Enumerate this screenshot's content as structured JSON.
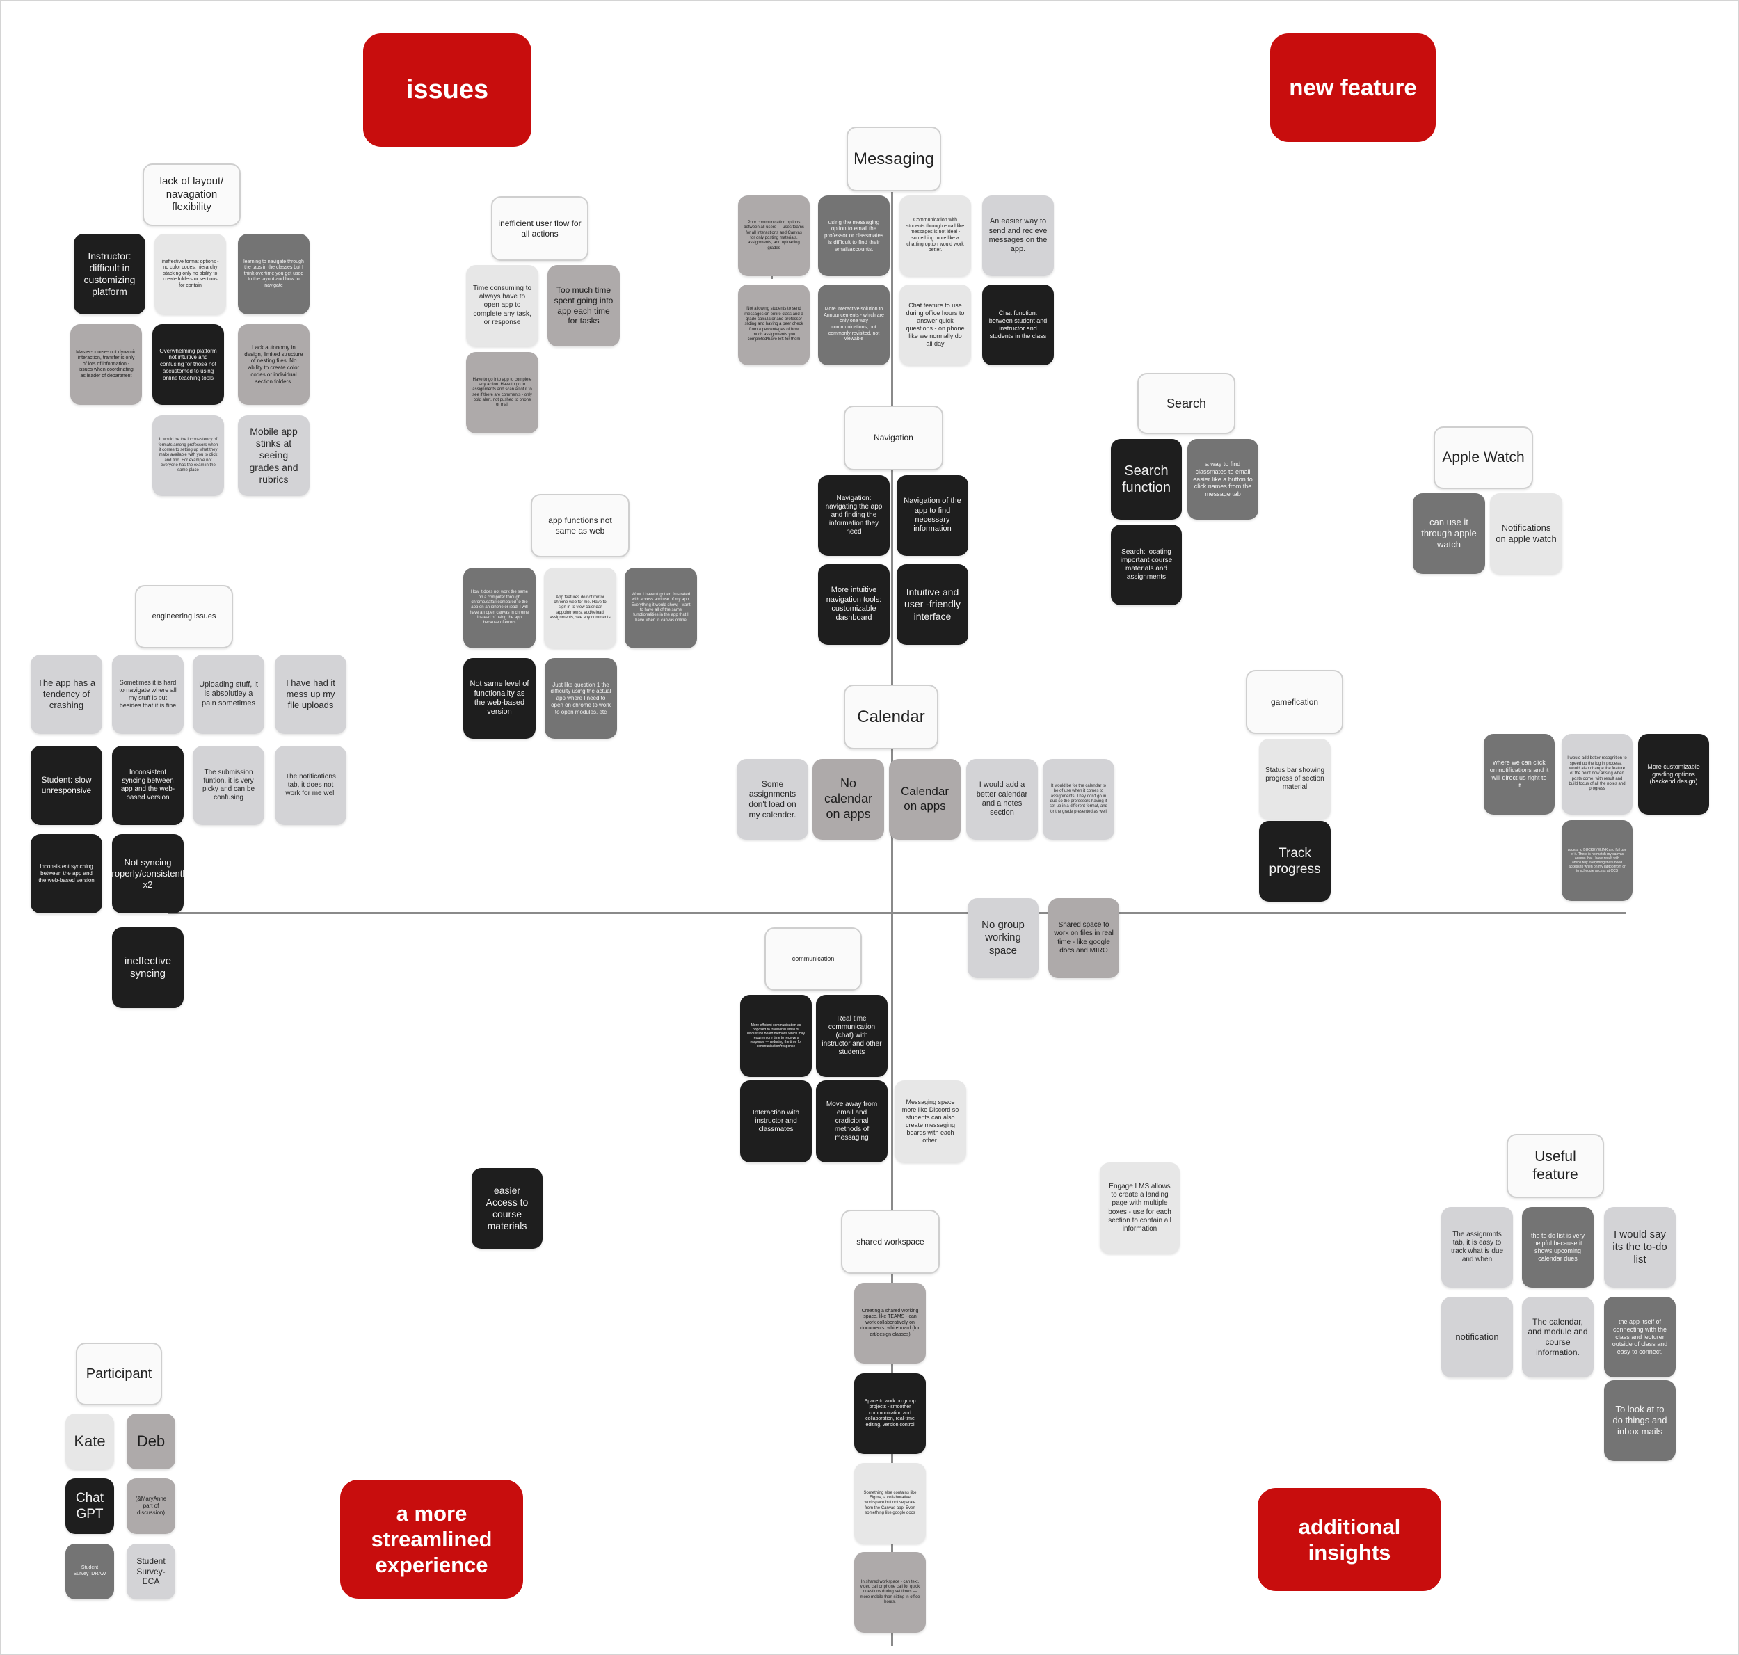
{
  "quadrants": {
    "issues": "issues",
    "new_feature": "new feature",
    "streamlined": "a more streamlined experience",
    "insights": "additional insights"
  },
  "labels": {
    "layout": "lack of layout/ navagation flexibility",
    "flow": "inefficient user flow for all actions",
    "app_functions": "app functions not same as web",
    "engineering": "engineering issues",
    "messaging": "Messaging",
    "navigation": "Navigation",
    "calendar": "Calendar",
    "communication": "communication",
    "shared": "shared workspace",
    "search": "Search",
    "apple_watch": "Apple Watch",
    "gamification": "gamefication",
    "useful": "Useful feature",
    "participant": "Participant"
  },
  "notes": {
    "l1": "Instructor: difficult in customizing platform",
    "l2": "ineffective format options - no color codes, hierarchy stacking only no ability to create folders or sections for contain",
    "l3": "learning to navigate through the tabs in the classes but I think overtime you get used to the layout and how to navigate",
    "l4": "Master-course- not dynamic interaction, transfer is only of lots of information - issues when coordinating as leader of department",
    "l5": "Overwhelming platform not intuitive and confusing for those not accustomed to using online teaching tools",
    "l6": "Lack autonomy in design, limited structure of nesting files. No ability to create color codes or individual section folders.",
    "l7": "It would be the inconsistency of formats among professors when it comes to setting up what they make available with you to click and find. For example not everyone has the exam in the same place",
    "l8": "Mobile app stinks at seeing grades and rubrics",
    "f1": "Time consuming to always have to open app to complete any task, or response",
    "f2": "Too much time spent going into app each time for tasks",
    "f3": "Have to go into app to complete any action. Have to go to assignments and scan all of it to see if there are comments - only bold alert, not pushed to phone or mail",
    "a1": "How it does not work the same on a computer through chrome/safari compared to the app on an iphone or ipad. I will have an open canvas in chrome instead of using the app because of errors",
    "a2": "App features do not mirror chrome web for me. Have to sign in to view calendar appointments, add/reload assignments, see any comments",
    "a3": "Wow, I haven't gotten frustrated with access and use of my app. Everything it would show, I want to have all of the same functionalities in the app that I have when in canvas online",
    "a4": "Not same level of functionality as the web-based version",
    "a5": "Just like question 1 the difficulty using the actual app where I need to open on chrome to work to open modules, etc",
    "e1": "The app has a tendency of crashing",
    "e2": "Sometimes it is hard to navigate where all my stuff is but besides that it is fine",
    "e3": "Uploading stuff, it is absolutley a pain sometimes",
    "e4": "I have had it mess up my file uploads",
    "e5": "Student: slow unresponsive",
    "e6": "Inconsistent syncing between app and the web-based version",
    "e7": "The submission funtion, it is very picky and can be confusing",
    "e8": "The notifications tab, it does not work for me well",
    "e9": "Inconsistent synching between the app and the web-based version",
    "e10": "Not syncing properly/consistently x2",
    "e11": "ineffective syncing",
    "m1": "Poor communication options between all users — uses teams for all interactions and Canvas for only posting materials, assignments, and uploading grades",
    "m2": "using the messaging option to email the professor or classmates is difficult to find their email/accounts.",
    "m3": "Communication with students through email like messages is not ideal - something more like a chatting option would work better.",
    "m4": "An easier way to send and recieve messages on the app.",
    "m5": "Not allowing students to send messages on entire class and a grade calculator and professor sliding and having a peer check from a percentages of how much assignments you completed/have left for them",
    "m6": "More interactive solution to Announcements - which are only one way communications, not commonly revisited, not viewable",
    "m7": "Chat feature to use during office hours to answer quick questions - on phone like we normally do all day",
    "m8": "Chat function: between student and instructor and students in the class",
    "n1": "Navigation: navigating the app and finding the information they need",
    "n2": "Navigation of the app to find necessary information",
    "n3": "More intuitive navigation tools: customizable dashboard",
    "n4": "Intuitive and user -friendly interface",
    "c1": "Some assignments don't load on my calender.",
    "c2": "No calendar on apps",
    "c3": "Calendar on apps",
    "c4": "I would add a better calendar and a notes section",
    "c5": "It would be for the calendar to be of use when it comes to assignments. They don't go in due so the professors having it set up in a different format, and for the grade presented as well.",
    "g1": "No group working space",
    "g2": "Shared space to work on files in real time - like google docs and MIRO",
    "co1": "More efficient communication as opposed to traditional email or discussion board methods which may require more time to receive a response — reducing the time for communication/response",
    "co2": "Real time communication (chat) with instructor and other students",
    "co3": "Interaction with instructor and classmates",
    "co4": "Move away from email and cradicional methods of messaging",
    "co5": "Messaging space more like Discord so students can also create messaging boards with each other.",
    "sw1": "Creating a shared working space, like TEAMS - can work collaboratively on documents, whiteboard (for art/design classes)",
    "sw2": "Space to work on group projects - smoother communication and collaboration, real-time editing, version control",
    "sw3": "Something else contains like Figma, a collaborative workspace but not separate from the Canvas app. Even something like google docs",
    "sw4": "In shared workspace - can text, video call or phone call for quick questions during set times — more mobile than sitting in office hours.",
    "s1": "Search function",
    "s2": "a way to find classmates to email easier like a button to click names from the message tab",
    "s3": "Search: locating important course materials and assignments",
    "w1": "can use it through apple watch",
    "w2": "Notifications on apple watch",
    "gm1": "Status bar showing progress of section material",
    "gm2": "Track progress",
    "r1": "where we can click on notifications and it will direct us right to it",
    "r2": "I would add better recognition to speed up the log in process, I would also change the feature of the point now arising when posts come, with result and build focus of all the notes and progress",
    "r3": "More customizable grading options (backend design)",
    "r4": "access to BUCKEYELINK and full use of it. There is no match my canvas access that I have result with absolutely everything that I need access to when on my laptop from or to schedule access at CCS",
    "ea": "easier Access to course materials",
    "lms": "Engage LMS allows to create a landing page with multiple boxes - use for each section to contain all information",
    "u1": "The assignmnts tab, it is easy to track what is due and when",
    "u2": "the to do list is very helpful because it shows upcoming calendar dues",
    "u3": "I would say its the to-do list",
    "u4": "notification",
    "u5": "The calendar, and module and course information.",
    "u6": "the app itself of connecting with the class and lecturer outside of class and easy to connect.",
    "u7": "To look at to do things and inbox mails",
    "p1": "Kate",
    "p2": "Deb",
    "p3": "Chat GPT",
    "p4": "(&MaryAnne part of discussion)",
    "p5": "Student Survey_DRAW",
    "p6": "Student Survey-ECA"
  },
  "colors": {
    "quadrant_red": "#c80d0d",
    "note_black": "#1e1e1e",
    "note_dark_gray": "#747474",
    "note_mid_gray": "#aeaaaa",
    "note_light_gray": "#d3d3d6",
    "axis": "#8a8a8a"
  }
}
